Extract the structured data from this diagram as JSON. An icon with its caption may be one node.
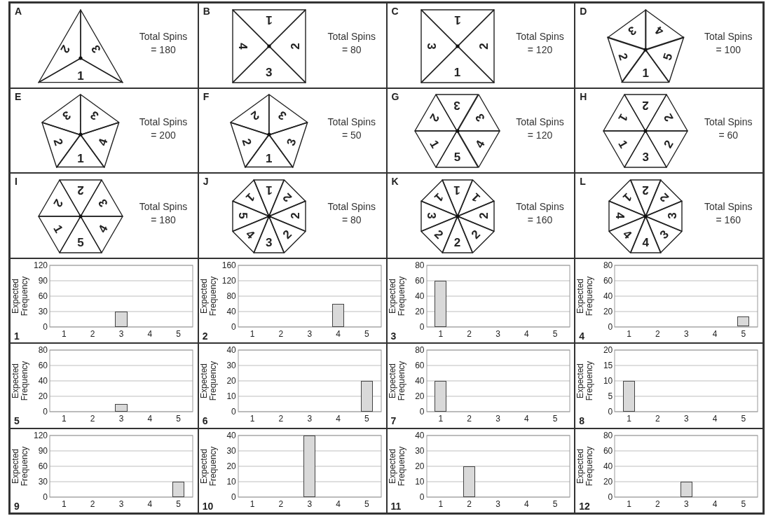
{
  "diagram": {
    "nodes": [
      {
        "text": [
          "A",
          "Total Spins = 180"
        ]
      },
      {
        "text": [
          "1"
        ],
        "in": 0
      },
      {
        "text": [
          "2"
        ],
        "in": 0
      },
      {
        "text": [
          "3"
        ],
        "in": 0
      },
      {
        "text": [
          "B",
          "Total Spins = 80"
        ]
      },
      {
        "text": [
          "3"
        ],
        "in": 4
      },
      {
        "text": [
          "4"
        ],
        "in": 4
      },
      {
        "text": [
          "1"
        ],
        "in": 4
      },
      {
        "text": [
          "2"
        ],
        "in": 4
      },
      {
        "text": [
          "C",
          "Total Spins = 120"
        ]
      },
      {
        "text": [
          "1"
        ],
        "in": 9
      },
      {
        "text": [
          "3"
        ],
        "in": 9
      },
      {
        "text": [
          "1"
        ],
        "in": 9
      },
      {
        "text": [
          "2"
        ],
        "in": 9
      },
      {
        "text": [
          "D",
          "Total Spins = 100"
        ]
      },
      {
        "text": [
          "1"
        ],
        "in": 14
      },
      {
        "text": [
          "2"
        ],
        "in": 14
      },
      {
        "text": [
          "3"
        ],
        "in": 14
      },
      {
        "text": [
          "4"
        ],
        "in": 14
      },
      {
        "text": [
          "5"
        ],
        "in": 14
      },
      {
        "text": [
          "E",
          "Total Spins = 200"
        ]
      },
      {
        "text": [
          "1"
        ],
        "in": 20
      },
      {
        "text": [
          "2"
        ],
        "in": 20
      },
      {
        "text": [
          "3"
        ],
        "in": 20
      },
      {
        "text": [
          "3"
        ],
        "in": 20
      },
      {
        "text": [
          "4"
        ],
        "in": 20
      },
      {
        "text": [
          "F",
          "Total Spins = 50"
        ]
      },
      {
        "text": [
          "1"
        ],
        "in": 26
      },
      {
        "text": [
          "2"
        ],
        "in": 26
      },
      {
        "text": [
          "2"
        ],
        "in": 26
      },
      {
        "text": [
          "3"
        ],
        "in": 26
      },
      {
        "text": [
          "3"
        ],
        "in": 26
      },
      {
        "text": [
          "G",
          "Total Spins = 120"
        ]
      },
      {
        "text": [
          "5"
        ],
        "in": 32
      },
      {
        "text": [
          "1"
        ],
        "in": 32
      },
      {
        "text": [
          "2"
        ],
        "in": 32
      },
      {
        "text": [
          "3"
        ],
        "in": 32
      },
      {
        "text": [
          "3"
        ],
        "in": 32
      },
      {
        "text": [
          "4"
        ],
        "in": 32
      },
      {
        "text": [
          "H",
          "Total Spins = 60"
        ]
      },
      {
        "text": [
          "3"
        ],
        "in": 39
      },
      {
        "text": [
          "1"
        ],
        "in": 39
      },
      {
        "text": [
          "1"
        ],
        "in": 39
      },
      {
        "text": [
          "2"
        ],
        "in": 39
      },
      {
        "text": [
          "2"
        ],
        "in": 39
      },
      {
        "text": [
          "2"
        ],
        "in": 39
      },
      {
        "text": [
          "I",
          "Total Spins = 180"
        ]
      },
      {
        "text": [
          "5"
        ],
        "in": 46
      },
      {
        "text": [
          "1"
        ],
        "in": 46
      },
      {
        "text": [
          "2"
        ],
        "in": 46
      },
      {
        "text": [
          "2"
        ],
        "in": 46
      },
      {
        "text": [
          "3"
        ],
        "in": 46
      },
      {
        "text": [
          "4"
        ],
        "in": 46
      },
      {
        "text": [
          "J",
          "Total Spins = 80"
        ]
      },
      {
        "text": [
          "3"
        ],
        "in": 53
      },
      {
        "text": [
          "4"
        ],
        "in": 53
      },
      {
        "text": [
          "5"
        ],
        "in": 53
      },
      {
        "text": [
          "1"
        ],
        "in": 53
      },
      {
        "text": [
          "1"
        ],
        "in": 53
      },
      {
        "text": [
          "2"
        ],
        "in": 53
      },
      {
        "text": [
          "2"
        ],
        "in": 53
      },
      {
        "text": [
          "2"
        ],
        "in": 53
      },
      {
        "text": [
          "K",
          "Total Spins = 160"
        ]
      },
      {
        "text": [
          "2"
        ],
        "in": 62
      },
      {
        "text": [
          "2"
        ],
        "in": 62
      },
      {
        "text": [
          "3"
        ],
        "in": 62
      },
      {
        "text": [
          "1"
        ],
        "in": 62
      },
      {
        "text": [
          "1"
        ],
        "in": 62
      },
      {
        "text": [
          "1"
        ],
        "in": 62
      },
      {
        "text": [
          "2"
        ],
        "in": 62
      },
      {
        "text": [
          "2"
        ],
        "in": 62
      },
      {
        "text": [
          "L",
          "Total Spins = 160"
        ]
      },
      {
        "text": [
          "4"
        ],
        "in": 71
      },
      {
        "text": [
          "4"
        ],
        "in": 71
      },
      {
        "text": [
          "4"
        ],
        "in": 71
      },
      {
        "text": [
          "1"
        ],
        "in": 71
      },
      {
        "text": [
          "2"
        ],
        "in": 71
      },
      {
        "text": [
          "2"
        ],
        "in": 71
      },
      {
        "text": [
          "3"
        ],
        "in": 71
      },
      {
        "text": [
          "3"
        ],
        "in": 71
      },
      {
        "text": [
          "Expected Frequency",
          "120",
          "90",
          "60",
          "30",
          "0",
          "1",
          "1",
          "2",
          "3",
          "4",
          "5"
        ]
      },
      {
        "text": [],
        "shape": "bar",
        "in": 80
      },
      {
        "text": [
          "Expected Frequency",
          "160",
          "120",
          "80",
          "40",
          "0",
          "2",
          "1",
          "2",
          "3",
          "4",
          "5"
        ]
      },
      {
        "text": [],
        "shape": "bar",
        "in": 82
      },
      {
        "text": [
          "Expected Frequency",
          "80",
          "60",
          "40",
          "20",
          "0",
          "3",
          "1",
          "2",
          "3",
          "4",
          "5"
        ]
      },
      {
        "text": [],
        "shape": "bar",
        "in": 84
      },
      {
        "text": [
          "Expected Frequency",
          "80",
          "60",
          "40",
          "20",
          "0",
          "4",
          "1",
          "2",
          "3",
          "4",
          "5"
        ]
      },
      {
        "text": [],
        "shape": "bar",
        "in": 86
      },
      {
        "text": [
          "Expected Frequency",
          "80",
          "60",
          "40",
          "20",
          "0",
          "5",
          "1",
          "2",
          "3",
          "4",
          "5"
        ]
      },
      {
        "text": [],
        "shape": "bar",
        "in": 88
      },
      {
        "text": [
          "Expected Frequency",
          "40",
          "30",
          "20",
          "10",
          "0",
          "6",
          "1",
          "2",
          "3",
          "4",
          "5"
        ]
      },
      {
        "text": [],
        "shape": "bar",
        "in": 90
      },
      {
        "text": [
          "Expected Frequency",
          "80",
          "60",
          "40",
          "20",
          "0",
          "7",
          "1",
          "2",
          "3",
          "4",
          "5"
        ]
      },
      {
        "text": [],
        "shape": "bar",
        "in": 92
      },
      {
        "text": [
          "Expected Frequency",
          "20",
          "15",
          "10",
          "5",
          "0",
          "8",
          "1",
          "2",
          "3",
          "4",
          "5"
        ]
      },
      {
        "text": [],
        "shape": "bar",
        "in": 94
      },
      {
        "text": [
          "Expected Frequency",
          "120",
          "90",
          "60",
          "30",
          "0",
          "9",
          "1",
          "2",
          "3",
          "4",
          "5"
        ]
      },
      {
        "text": [],
        "shape": "bar",
        "in": 96
      },
      {
        "text": [
          "Expected Frequency",
          "40",
          "30",
          "20",
          "10",
          "0",
          "10",
          "1",
          "2",
          "3",
          "4",
          "5"
        ]
      },
      {
        "text": [],
        "shape": "bar",
        "in": 98
      },
      {
        "text": [
          "Expected Frequency",
          "40",
          "30",
          "20",
          "10",
          "0",
          "11",
          "1",
          "2",
          "3",
          "4",
          "5"
        ]
      },
      {
        "text": [],
        "shape": "bar",
        "in": 100
      },
      {
        "text": [
          "Expected Frequency",
          "80",
          "60",
          "40",
          "20",
          "0",
          "12",
          "1",
          "2",
          "3",
          "4",
          "5"
        ]
      },
      {
        "text": [],
        "shape": "bar",
        "in": 102
      }
    ]
  }
}
